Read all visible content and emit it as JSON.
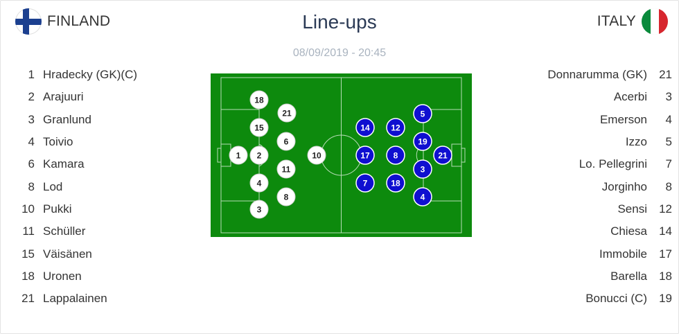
{
  "title": "Line-ups",
  "datetime": "08/09/2019 - 20:45",
  "home": {
    "name": "FINLAND",
    "flag_colors": [
      "#ffffff",
      "#1b3f8f"
    ],
    "players": [
      {
        "number": "1",
        "name": "Hradecky (GK)(C)"
      },
      {
        "number": "2",
        "name": "Arajuuri"
      },
      {
        "number": "3",
        "name": "Granlund"
      },
      {
        "number": "4",
        "name": "Toivio"
      },
      {
        "number": "6",
        "name": "Kamara"
      },
      {
        "number": "8",
        "name": "Lod"
      },
      {
        "number": "10",
        "name": "Pukki"
      },
      {
        "number": "11",
        "name": "Schüller"
      },
      {
        "number": "15",
        "name": "Väisänen"
      },
      {
        "number": "18",
        "name": "Uronen"
      },
      {
        "number": "21",
        "name": "Lappalainen"
      }
    ]
  },
  "away": {
    "name": "ITALY",
    "flag_colors": [
      "#0a8a3c",
      "#ffffff",
      "#d7262e"
    ],
    "players": [
      {
        "number": "21",
        "name": "Donnarumma (GK)"
      },
      {
        "number": "3",
        "name": "Acerbi"
      },
      {
        "number": "4",
        "name": "Emerson"
      },
      {
        "number": "5",
        "name": "Izzo"
      },
      {
        "number": "7",
        "name": "Lo. Pellegrini"
      },
      {
        "number": "8",
        "name": "Jorginho"
      },
      {
        "number": "12",
        "name": "Sensi"
      },
      {
        "number": "14",
        "name": "Chiesa"
      },
      {
        "number": "17",
        "name": "Immobile"
      },
      {
        "number": "18",
        "name": "Barella"
      },
      {
        "number": "19",
        "name": "Bonucci (C)"
      }
    ]
  },
  "pitch": {
    "grass_color": "#0d8a0d",
    "line_color": "#b7dcb7",
    "home_marker_color": "#ffffff",
    "away_marker_color": "#0f0fd0",
    "home_numbers": [
      "18",
      "21",
      "15",
      "6",
      "1",
      "2",
      "10",
      "11",
      "4",
      "8",
      "3"
    ],
    "away_numbers": [
      "5",
      "14",
      "12",
      "19",
      "17",
      "8",
      "21",
      "3",
      "7",
      "18",
      "4"
    ]
  }
}
